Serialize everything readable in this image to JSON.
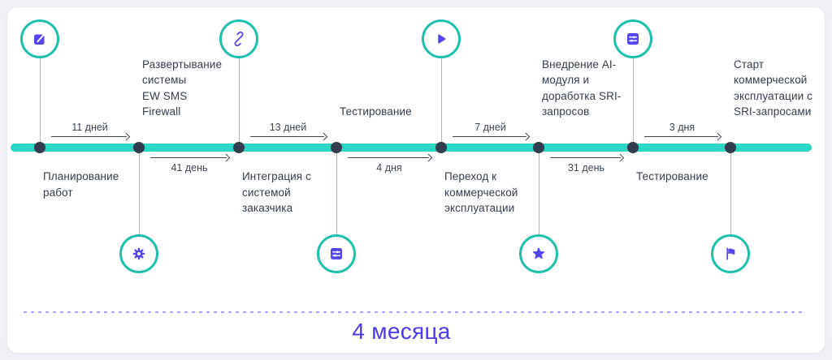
{
  "timeline": {
    "milestones": [
      {
        "icon": "edit-icon",
        "label": "Планирование\nработ"
      },
      {
        "icon": "gear-icon",
        "label": "Развертывание\nсистемы\nEW SMS\nFirewall"
      },
      {
        "icon": "link-icon",
        "label": "Интеграция с\nсистемой\nзаказчика"
      },
      {
        "icon": "sliders-icon",
        "label": "Тестирование"
      },
      {
        "icon": "play-icon",
        "label": "Переход к\nкоммерческой\nэксплуатации"
      },
      {
        "icon": "star-icon",
        "label": "Внедрение AI-\nмодуля и\nдоработка SRI-\nзапросов"
      },
      {
        "icon": "sliders-icon",
        "label": "Тестирование"
      },
      {
        "icon": "flag-icon",
        "label": "Старт\nкоммерческой\nэксплуатации с\nSRI-запросами"
      }
    ],
    "intervals": [
      "11 дней",
      "41 день",
      "13 дней",
      "4 дня",
      "7 дней",
      "31 день",
      "3 дня"
    ],
    "total_label": "4 месяца"
  },
  "colors": {
    "background": "#eff1f7",
    "card": "#ffffff",
    "timeline_bar": "#2bd7c2",
    "circle_ring": "#1fc0ac",
    "icon_purple": "#5445ef",
    "total_text_purple": "#4c3ae9",
    "label_dark": "#323d4e",
    "dotted_divider": "#aba2f4"
  }
}
